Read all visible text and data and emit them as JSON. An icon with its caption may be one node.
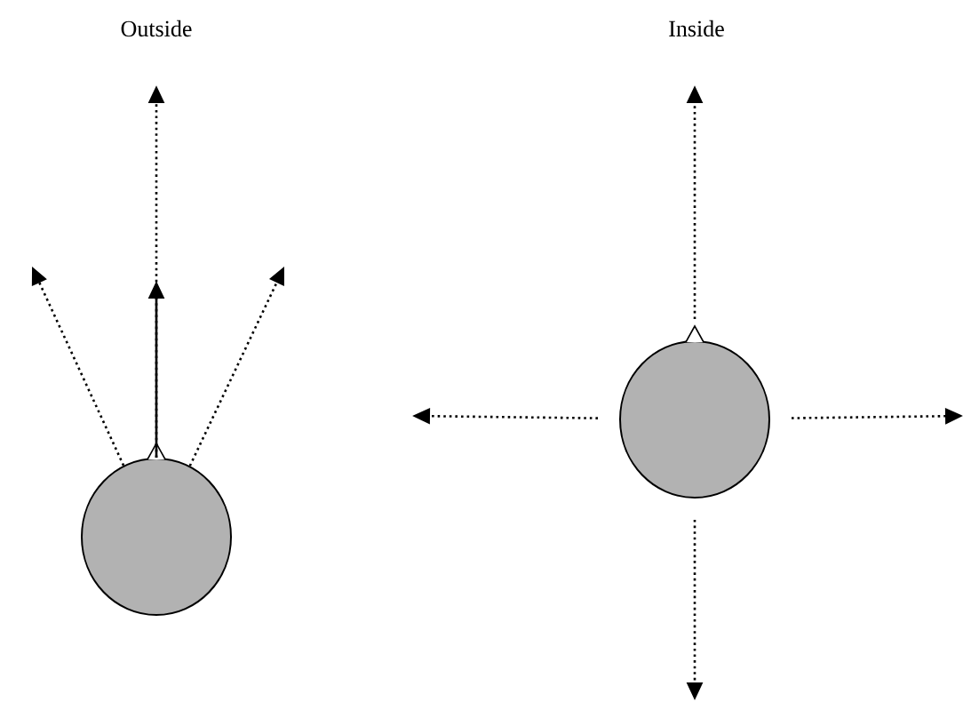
{
  "diagram": {
    "nodes": [
      {
        "text": [],
        "shape": "circle"
      },
      {
        "text": [],
        "shape": "circle"
      }
    ],
    "edges": [
      {
        "from": 0,
        "to": null,
        "arrow": "to",
        "style": "dashed"
      },
      {
        "from": 0,
        "to": null,
        "arrow": "to",
        "style": "dashed"
      },
      {
        "from": 0,
        "to": null,
        "arrow": "to"
      },
      {
        "from": 0,
        "to": null,
        "arrow": "to",
        "style": "dashed"
      },
      {
        "from": 1,
        "to": null,
        "arrow": "to",
        "style": "dashed"
      },
      {
        "from": 1,
        "to": null,
        "arrow": "to",
        "style": "dashed"
      },
      {
        "from": 1,
        "to": null,
        "arrow": "to",
        "style": "dashed"
      },
      {
        "from": 1,
        "to": null,
        "arrow": "to",
        "style": "dashed"
      }
    ],
    "labels": [
      "Outside",
      "Inside"
    ]
  }
}
